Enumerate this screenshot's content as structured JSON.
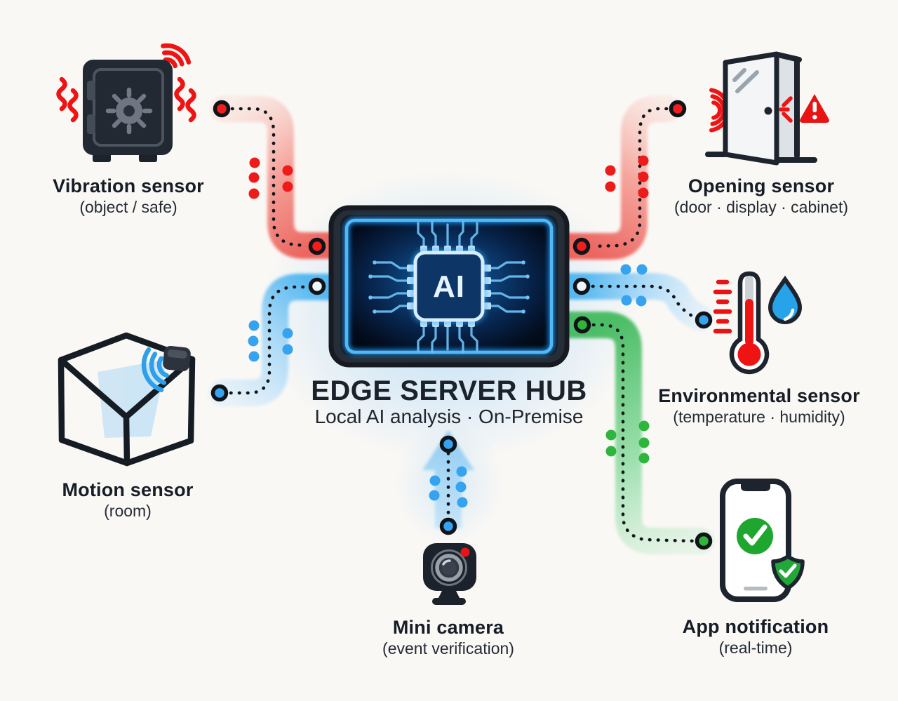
{
  "hub": {
    "title": "EDGE SERVER HUB",
    "subtitle": "Local AI analysis · On-Premise",
    "chip_label": "AI"
  },
  "sensors": [
    {
      "id": "vibration",
      "label": "Vibration sensor",
      "sublabel": "(object / safe)",
      "icon": "safe-vibration-icon",
      "accent": "#ee1b1b"
    },
    {
      "id": "opening",
      "label": "Opening sensor",
      "sublabel": "(door · display · cabinet)",
      "icon": "door-opening-icon",
      "accent": "#ee1b1b"
    },
    {
      "id": "motion",
      "label": "Motion sensor",
      "sublabel": "(room)",
      "icon": "motion-cube-icon",
      "accent": "#2e9fe8"
    },
    {
      "id": "environmental",
      "label": "Environmental sensor",
      "sublabel": "(temperature · humidity)",
      "icon": "thermometer-droplet-icon",
      "accent": "#2e9fe8"
    },
    {
      "id": "camera",
      "label": "Mini camera",
      "sublabel": "(event verification)",
      "icon": "mini-camera-icon",
      "accent": "#2e9fe8"
    },
    {
      "id": "app",
      "label": "App notification",
      "sublabel": "(real-time)",
      "icon": "smartphone-check-icon",
      "accent": "#2eb53c"
    }
  ],
  "colors": {
    "alert_red": "#ee1b1b",
    "info_blue": "#2e9fe8",
    "success_green": "#2eb53c",
    "ink": "#1d242e",
    "background": "#faf8f5",
    "hub_glow": "#2aa7f5"
  }
}
